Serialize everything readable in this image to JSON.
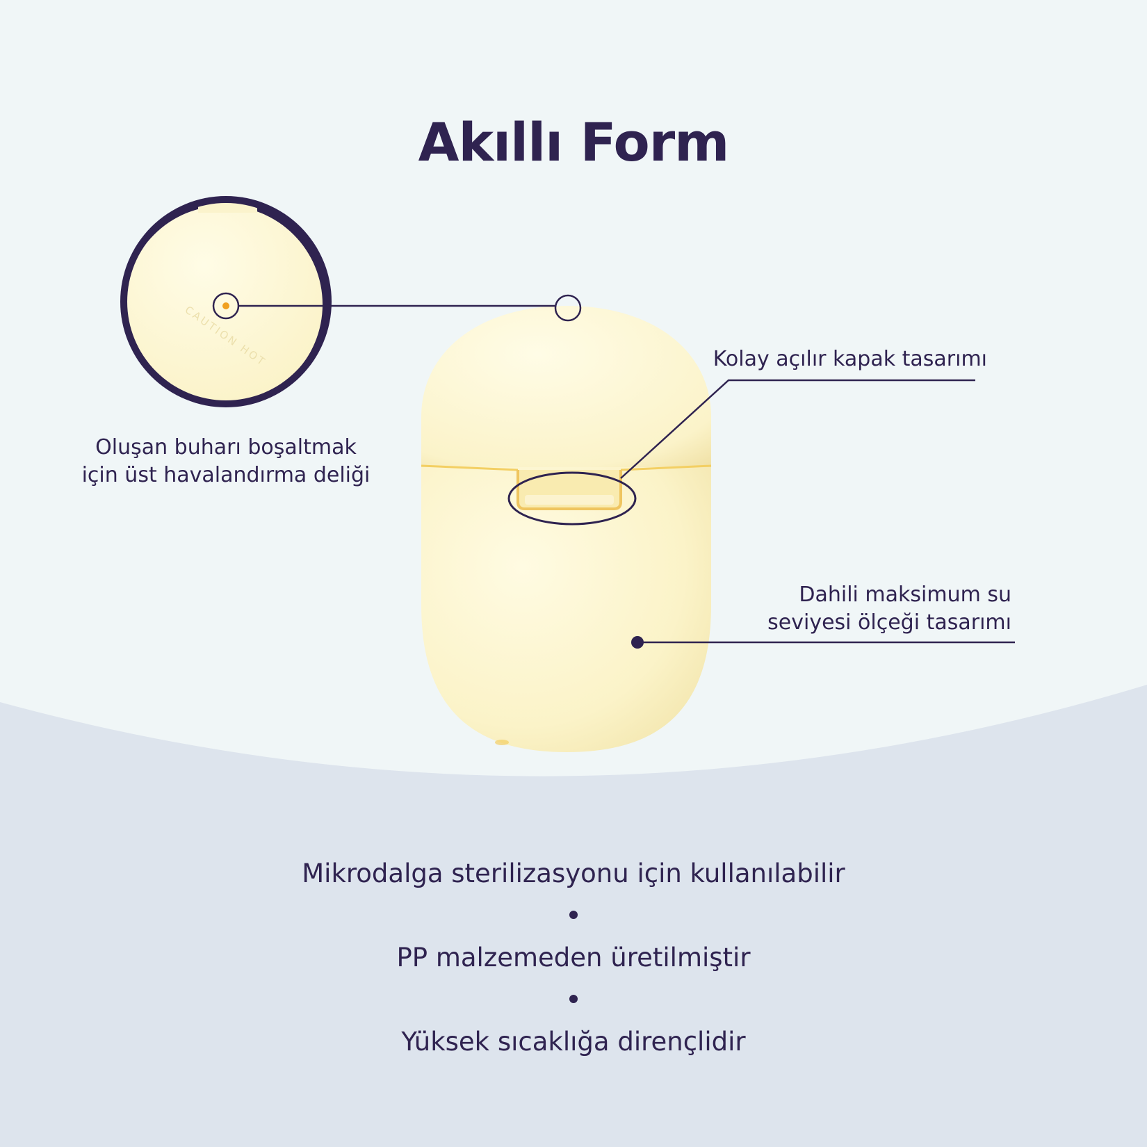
{
  "title": "Akıllı Form",
  "callouts": {
    "vent_line1": "Oluşan buharı boşaltmak",
    "vent_line2": "için üst havalandırma deliği",
    "lid": "Kolay açılır kapak tasarımı",
    "scale_line1": "Dahili maksimum su",
    "scale_line2": "seviyesi ölçeği tasarımı"
  },
  "embossed_text": "CAUTION HOT",
  "features": [
    "Mikrodalga sterilizasyonu için kullanılabilir",
    "PP malzemeden üretilmiştir",
    "Yüksek sıcaklığa dirençlidir"
  ],
  "colors": {
    "background_top": "#f0f6f7",
    "background_bottom": "#dde4ed",
    "accent_dark": "#2f2350",
    "product_cream": "#fdf7d2",
    "product_seam": "#f3cf63",
    "vent_dot": "#f0a020"
  }
}
